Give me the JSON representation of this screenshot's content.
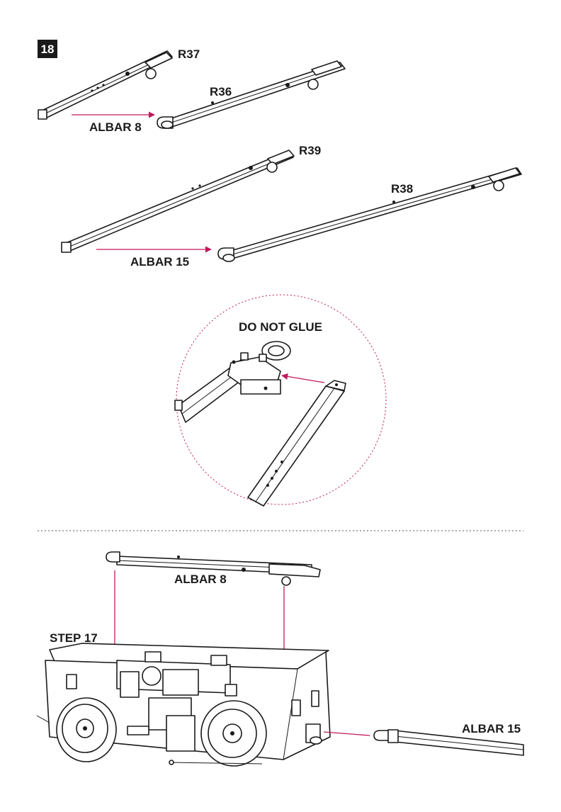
{
  "step": {
    "number": "18"
  },
  "labels": {
    "r37": "R37",
    "r36": "R36",
    "albar8_top": "ALBAR 8",
    "r39": "R39",
    "r38": "R38",
    "albar15_top": "ALBAR 15",
    "do_not_glue": "DO NOT GLUE",
    "albar8_bottom": "ALBAR 8",
    "step17": "STEP 17",
    "albar15_bottom": "ALBAR 15"
  },
  "colors": {
    "accent": "#c2185b",
    "ink": "#1a1a1a",
    "background": "#ffffff"
  }
}
